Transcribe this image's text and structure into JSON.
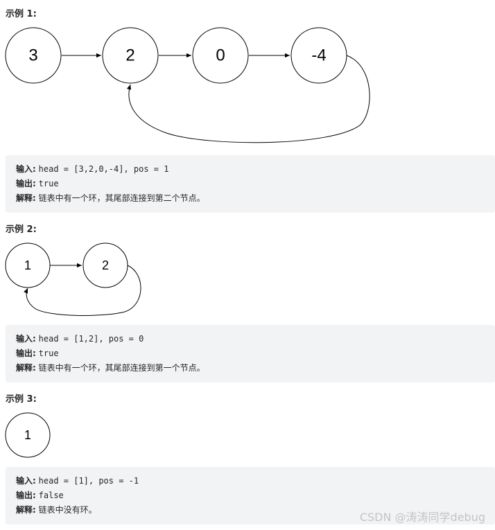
{
  "examples": [
    {
      "heading": "示例 1:",
      "nodes": [
        "3",
        "2",
        "0",
        "-4"
      ],
      "pos": 1,
      "input_label": "输入:",
      "input_value": "head = [3,2,0,-4], pos = 1",
      "output_label": "输出:",
      "output_value": "true",
      "explain_label": "解释:",
      "explain_value": "链表中有一个环，其尾部连接到第二个节点。"
    },
    {
      "heading": "示例 2:",
      "nodes": [
        "1",
        "2"
      ],
      "pos": 0,
      "input_label": "输入:",
      "input_value": "head = [1,2], pos = 0",
      "output_label": "输出:",
      "output_value": "true",
      "explain_label": "解释:",
      "explain_value": "链表中有一个环，其尾部连接到第一个节点。"
    },
    {
      "heading": "示例 3:",
      "nodes": [
        "1"
      ],
      "pos": -1,
      "input_label": "输入:",
      "input_value": "head = [1], pos = -1",
      "output_label": "输出:",
      "output_value": "false",
      "explain_label": "解释:",
      "explain_value": "链表中没有环。"
    }
  ],
  "watermark": "CSDN @涛涛同学debug"
}
